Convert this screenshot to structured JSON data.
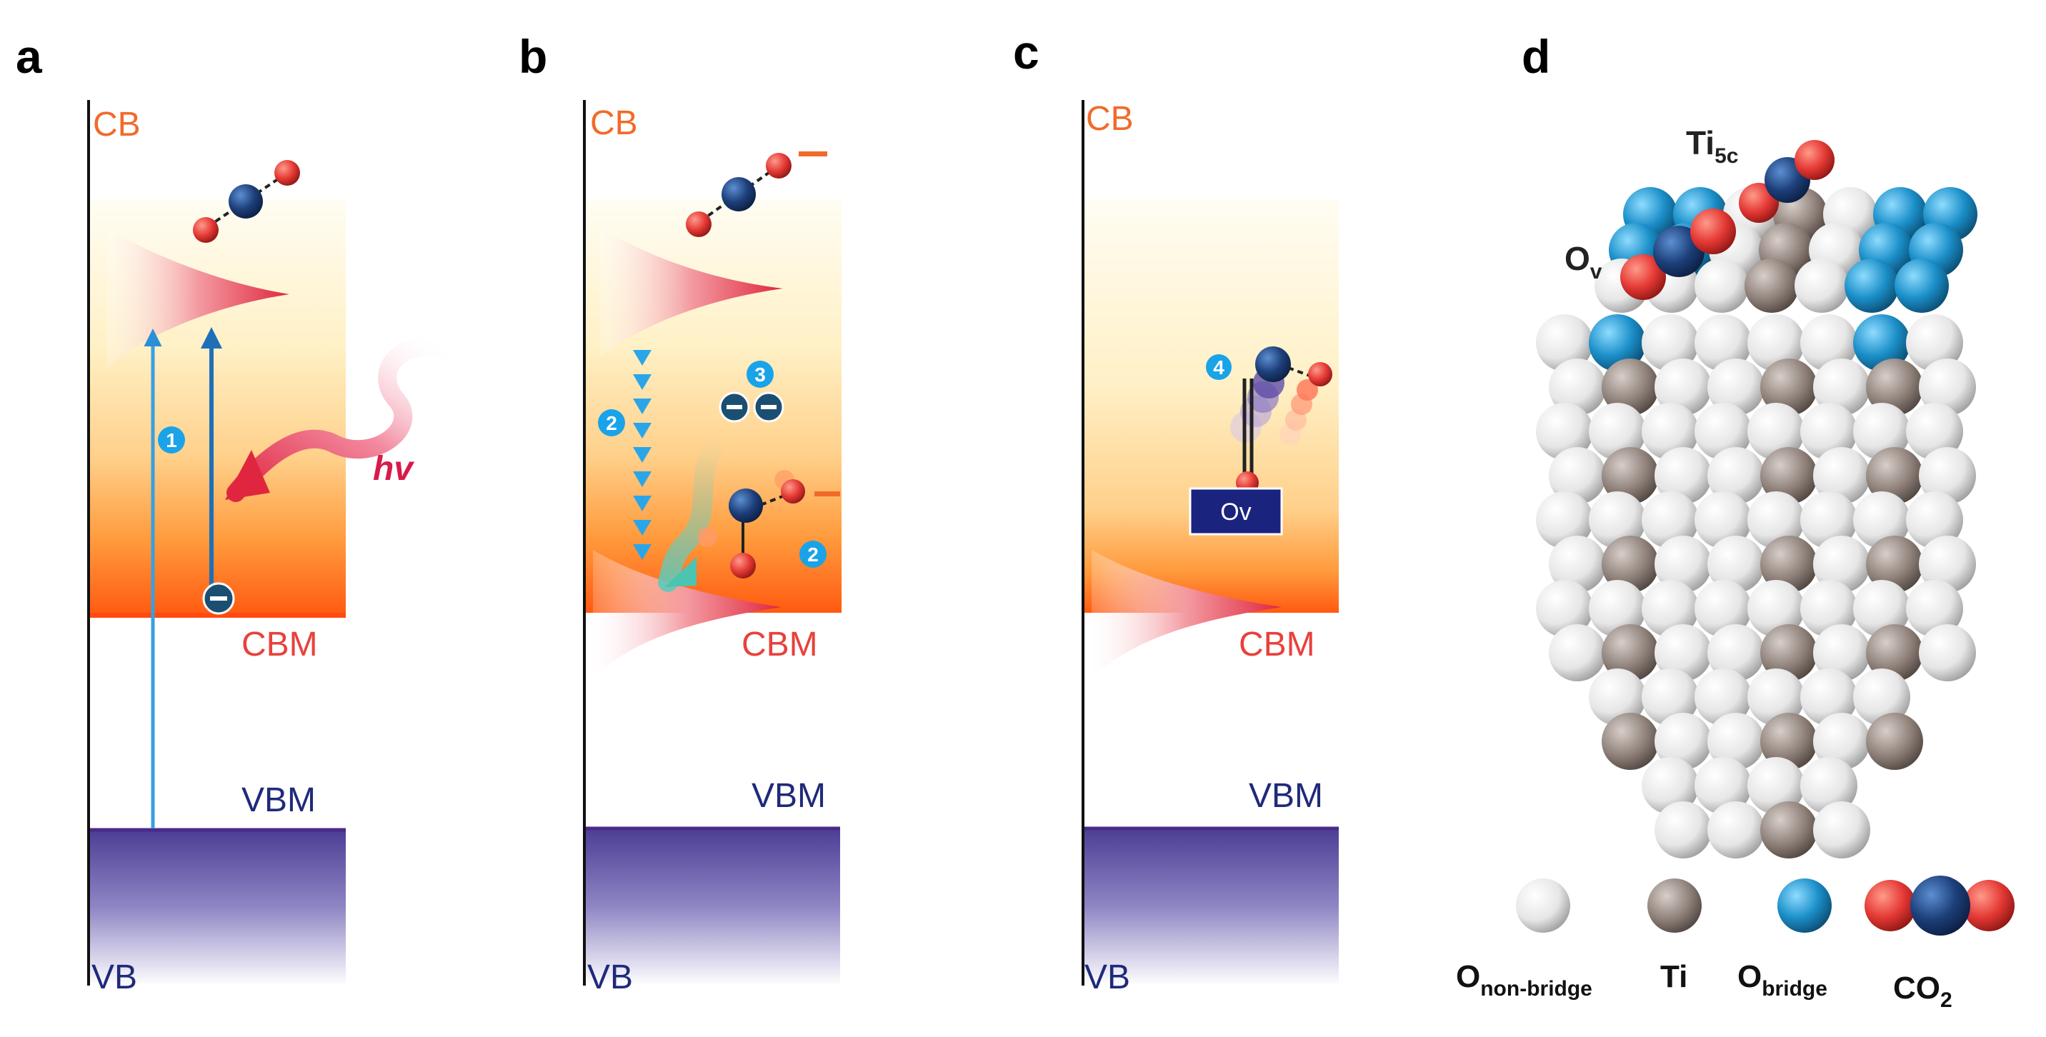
{
  "panels": {
    "a": {
      "letter": "a",
      "cb": "CB",
      "cbm": "CBM",
      "vbm": "VBM",
      "vb": "VB",
      "step": "1",
      "light": "hv"
    },
    "b": {
      "letter": "b",
      "cb": "CB",
      "cbm": "CBM",
      "vbm": "VBM",
      "vb": "VB",
      "step_relax": "2",
      "step_electrons": "3",
      "step_adsorbed": "2"
    },
    "c": {
      "letter": "c",
      "cb": "CB",
      "cbm": "CBM",
      "vbm": "VBM",
      "vb": "VB",
      "step": "4",
      "vacancy": "Ov"
    },
    "d": {
      "letter": "d",
      "label_ti5c": {
        "main": "Ti",
        "sub": "5c"
      },
      "label_ov": {
        "main": "O",
        "sub": "v"
      },
      "legend": [
        {
          "main": "O",
          "sub": "non-bridge"
        },
        {
          "main": "Ti",
          "sub": ""
        },
        {
          "main": "O",
          "sub": "bridge"
        },
        {
          "main": "CO",
          "sub": "2"
        }
      ]
    }
  },
  "colors": {
    "cb_text": "#f26a2a",
    "cbm_text": "#e8413c",
    "vb_text": "#1f2a7a",
    "electron": "#1b4f72",
    "arrow_blue": "#2b8fd6",
    "step_circle": "#1aa3e8",
    "carbon": "#1a237e",
    "oxygen": "#e53935",
    "hv_text": "#d81b4a",
    "o_nonbridge": "#f2f2f2",
    "ti": "#8d7f78",
    "o_bridge": "#1b8fc9",
    "ov_box": "#1a237e"
  }
}
